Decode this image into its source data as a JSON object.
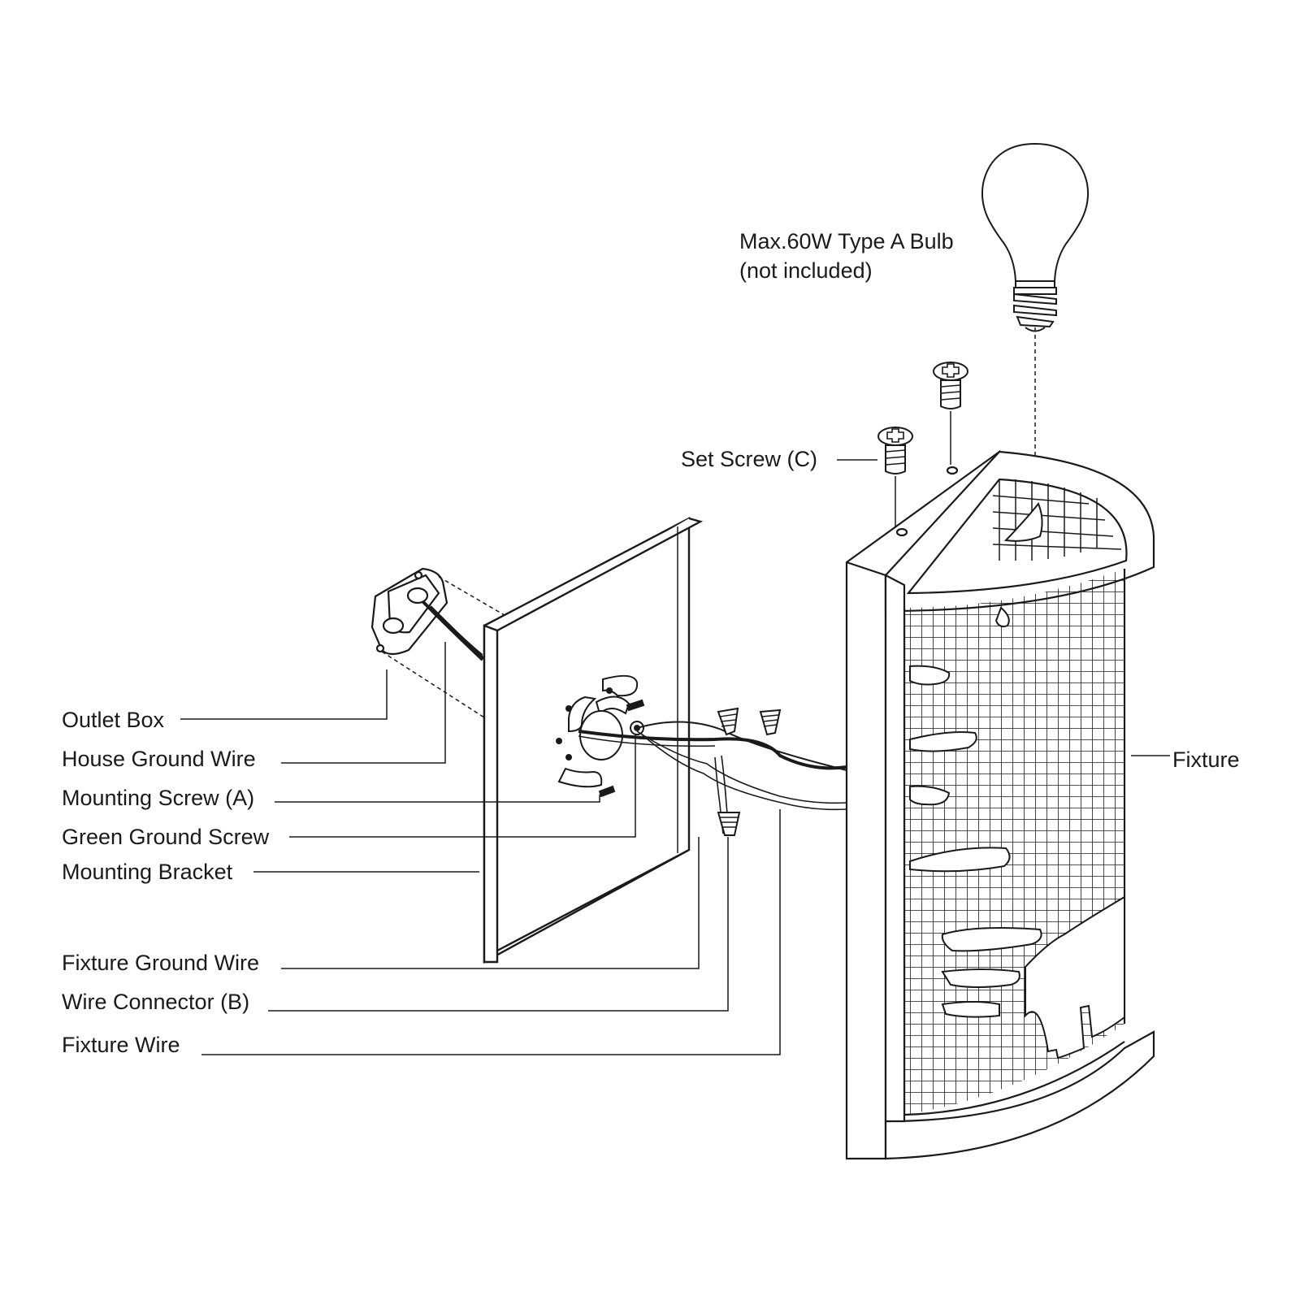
{
  "labels": {
    "bulb_line1": "Max.60W Type A Bulb",
    "bulb_line2": "(not included)",
    "set_screw": "Set Screw (C)",
    "outlet_box": "Outlet Box",
    "house_ground_wire": "House Ground Wire",
    "mounting_screw": "Mounting Screw (A)",
    "green_ground_screw": "Green Ground Screw",
    "mounting_bracket": "Mounting Bracket",
    "fixture_ground_wire": "Fixture Ground Wire",
    "wire_connector": "Wire Connector (B)",
    "fixture_wire": "Fixture Wire",
    "fixture": "Fixture"
  },
  "colors": {
    "stroke": "#1a1a1a",
    "background": "#ffffff"
  }
}
